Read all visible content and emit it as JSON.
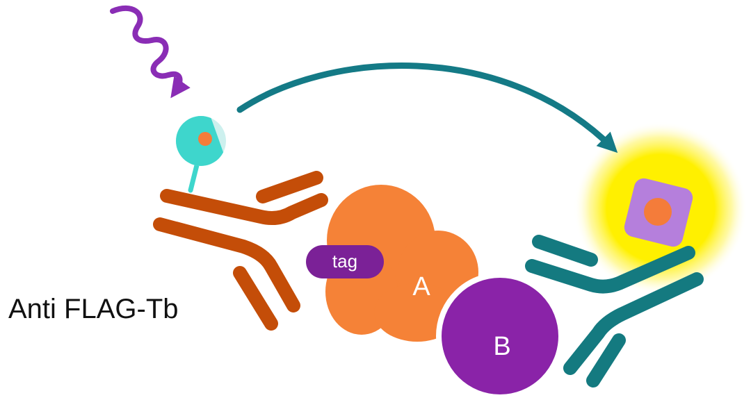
{
  "labels": {
    "antibody_left": "Anti FLAG-Tb",
    "tag": "tag",
    "protein_a": "A",
    "protein_b": "B"
  },
  "colors": {
    "light_wave": "#8a2db5",
    "transfer_arrow": "#147a86",
    "terbium_donor_light": "#cdf0ee",
    "terbium_donor_dark": "#3ed6cc",
    "terbium_core": "#f47c3a",
    "anti_flag_antibody": "#c44d08",
    "protein_a": "#f58237",
    "tag": "#7b2197",
    "protein_b": "#8a23a8",
    "acceptor_antibody": "#147a80",
    "acceptor_glow": "#fff000",
    "acceptor_fluorophore": "#b57fdc",
    "acceptor_core": "#f47c3a",
    "label_text_dark": "#111111",
    "label_text_light": "#ffffff"
  }
}
